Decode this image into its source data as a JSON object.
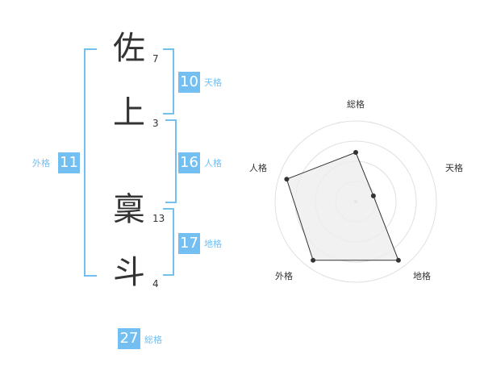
{
  "name": {
    "chars": [
      {
        "char": "佐",
        "strokes": "7"
      },
      {
        "char": "上",
        "strokes": "3"
      },
      {
        "char": "稟",
        "strokes": "13"
      },
      {
        "char": "斗",
        "strokes": "4"
      }
    ]
  },
  "fortunes": {
    "tenkaku": {
      "value": "10",
      "label": "天格"
    },
    "jinkaku": {
      "value": "16",
      "label": "人格"
    },
    "chikaku": {
      "value": "17",
      "label": "地格"
    },
    "gaikaku": {
      "value": "11",
      "label": "外格"
    },
    "soukaku": {
      "value": "27",
      "label": "総格"
    }
  },
  "chart_data": {
    "type": "radar",
    "axes": [
      "総格",
      "天格",
      "地格",
      "外格",
      "人格"
    ],
    "values": [
      0.61,
      0.23,
      0.9,
      0.9,
      0.9
    ],
    "max": 1,
    "rings": 4,
    "grid": true,
    "colors": {
      "fill": "#eeeeee",
      "line": "#333333",
      "grid": "#e0e0e0",
      "accent": "#74bff2"
    }
  }
}
